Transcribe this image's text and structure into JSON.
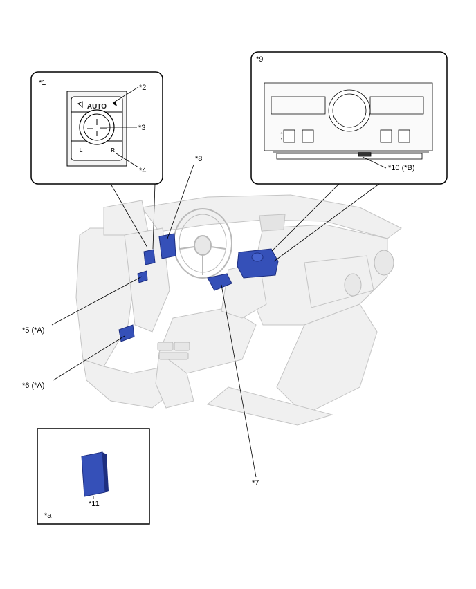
{
  "callouts": {
    "c1": "*1",
    "c2": "*2",
    "c3": "*3",
    "c4": "*4",
    "c5": "*5 (*A)",
    "c6": "*6 (*A)",
    "c7": "*7",
    "c8": "*8",
    "c9": "*9",
    "c10": "*10 (*B)",
    "c11": "*11",
    "ca": "*a"
  },
  "switch_panel": {
    "auto": "AUTO",
    "left": "L",
    "right": "R"
  },
  "colors": {
    "component_blue": "#3550b8",
    "component_dark": "#1e2f80",
    "vehicle_fill": "#f0f0f0",
    "vehicle_line": "#c4c4c4"
  }
}
